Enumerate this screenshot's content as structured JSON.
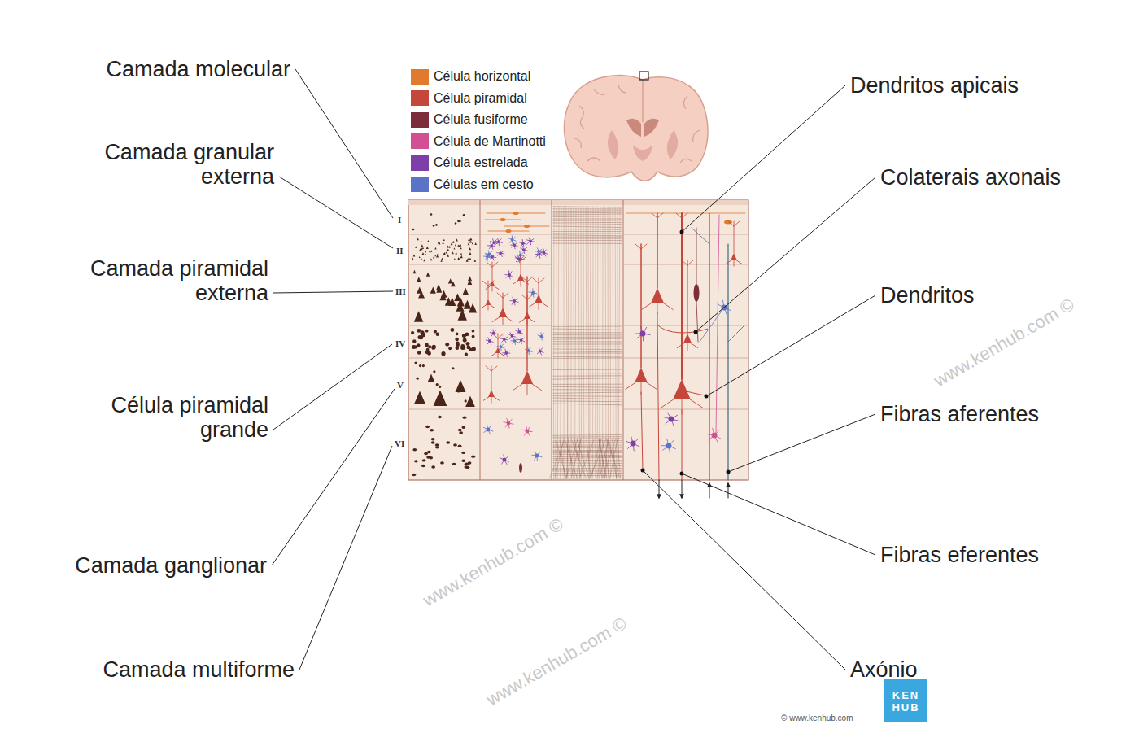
{
  "diagram": {
    "nodes": [
      {
        "text": [
          "KEN HUB"
        ]
      }
    ],
    "labels": [
      "Camada molecular",
      "Camada granular externa",
      "Camada piramidal externa",
      "Célula piramidal grande",
      "Camada ganglionar",
      "Camada multiforme",
      "Dendritos apicais",
      "Colaterais axonais",
      "Dendritos",
      "Fibras aferentes",
      "Fibras eferentes",
      "Axónio",
      "I",
      "II",
      "III",
      "IV",
      "V",
      "VI",
      "www.kenhub.com ©",
      "www.kenhub.com ©",
      "www.kenhub.com ©",
      "© www.kenhub.com"
    ],
    "legend": [
      {
        "text": "Célula horizontal",
        "color": "#e07b2d"
      },
      {
        "text": "Célula piramidal",
        "color": "#c5473b"
      },
      {
        "text": "Célula fusiforme",
        "color": "#7b2d3b"
      },
      {
        "text": "Célula de Martinotti",
        "color": "#d24f93"
      },
      {
        "text": "Célula estrelada",
        "color": "#7d40a8"
      },
      {
        "text": "Células em cesto",
        "color": "#5b72c9"
      }
    ]
  }
}
